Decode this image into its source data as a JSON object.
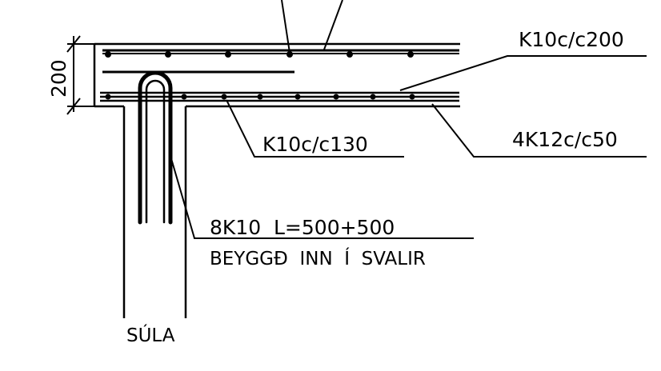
{
  "dimension": {
    "value": "200"
  },
  "labels": {
    "top_rebar": "K10c/c200",
    "bottom_rebar": "K10c/c130",
    "tie_rebar": "4K12c/c50",
    "hairpin_line1": "8K10  L=500+500",
    "hairpin_line2": "BEYGGÐ  INN  Í  SVALIR",
    "column": "SÚLA"
  },
  "colors": {
    "line": "#000000",
    "background": "#ffffff"
  }
}
